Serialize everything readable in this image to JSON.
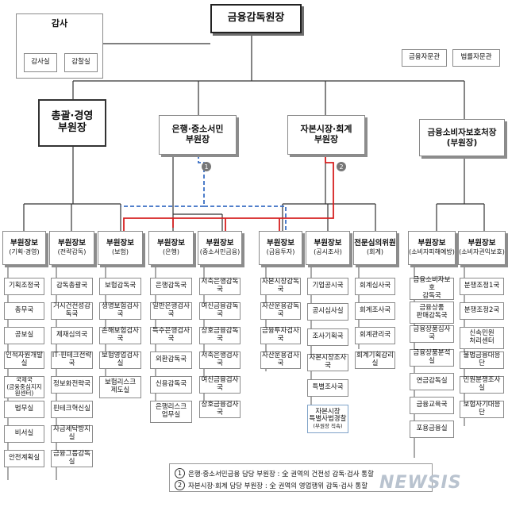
{
  "top": {
    "title": "금융감독원장",
    "audit": "감사",
    "audit_units": [
      "감사실",
      "감찰실"
    ],
    "advisors": [
      "금융자문관",
      "법률자문관"
    ]
  },
  "vice_heads": [
    {
      "id": "mgmt",
      "title": "총괄·경영\n부원장"
    },
    {
      "id": "bank",
      "title": "은행·중소서민\n부원장"
    },
    {
      "id": "capital",
      "title": "자본시장·회계\n부원장"
    },
    {
      "id": "consumer",
      "title": "금융소비자보호처장\n(부원장)"
    }
  ],
  "badges": [
    "1",
    "2"
  ],
  "deputies": [
    {
      "title": "부원장보",
      "sub": "(기획·경영)"
    },
    {
      "title": "부원장보",
      "sub": "(전략감독)"
    },
    {
      "title": "부원장보",
      "sub": "(보험)"
    },
    {
      "title": "부원장보",
      "sub": "(은행)"
    },
    {
      "title": "부원장보",
      "sub": "(중소서민금융)"
    },
    {
      "title": "부원장보",
      "sub": "(금융투자)"
    },
    {
      "title": "부원장보",
      "sub": "(공시조사)"
    },
    {
      "title": "전문심의위원",
      "sub": "(회계)"
    },
    {
      "title": "부원장보",
      "sub": "(소비자피해예방)"
    },
    {
      "title": "부원장보",
      "sub": "(소비자권익보호)"
    }
  ],
  "columns": [
    [
      "기획조정국",
      "총무국",
      "공보실",
      "인적자원개발실",
      "국제국\n(금융중심지지원센터)",
      "법무실",
      "비서실",
      "안전계획실"
    ],
    [
      "감독총괄국",
      "거시건전성감독국",
      "제재심의국",
      "IT·핀테크전략국",
      "정보화전략국",
      "핀테크혁신실",
      "자금세탁방지실",
      "금융그룹감독실"
    ],
    [
      "보험감독국",
      "생명보험검사국",
      "손해보험검사국",
      "보험영업검사실",
      "보험리스크\n제도실"
    ],
    [
      "은행감독국",
      "일반은행검사국",
      "특수은행검사국",
      "외환감독국",
      "신용감독국",
      "은행리스크\n업무실"
    ],
    [
      "저축은행감독국",
      "여신금융감독국",
      "상호금융감독국",
      "저축은행검사국",
      "여신금융검사국",
      "상호금융검사국"
    ],
    [
      "자본시장감독국",
      "자산운용감독국",
      "금융투자검사국",
      "자산운용검사국"
    ],
    [
      "기업공시국",
      "공시심사실",
      "조사기획국",
      "자본시장조사국",
      "특별조사국",
      "자본시장\n특별사법경찰"
    ],
    [
      "회계심사국",
      "회계조사국",
      "회계관리국",
      "회계기획감리실"
    ],
    [
      "금융소비자보호\n감독국",
      "금융상품\n판매감독국",
      "금융상품심사국",
      "금융상품분석실",
      "연금감독실",
      "금융교육국",
      "포용금융실"
    ],
    [
      "분쟁조정1국",
      "분쟁조정2국",
      "신속민원\n처리센터",
      "불법금융대응단",
      "민원분쟁조사실",
      "보험사기대응단"
    ]
  ],
  "special_note": "(부원장 직속)",
  "legend": [
    {
      "num": "1",
      "text": "은행·중소서민금융 담당 부원장 : 全 권역의 건전성 감독·검사 통할"
    },
    {
      "num": "2",
      "text": "자본시장·회계 담당 부원장 : 全 권역의 영업행위 감독·검사 통할"
    }
  ],
  "watermark": "NEWSIS",
  "colors": {
    "red_line": "#d62020",
    "blue_dash": "#3a6fc4",
    "line": "#333333"
  }
}
